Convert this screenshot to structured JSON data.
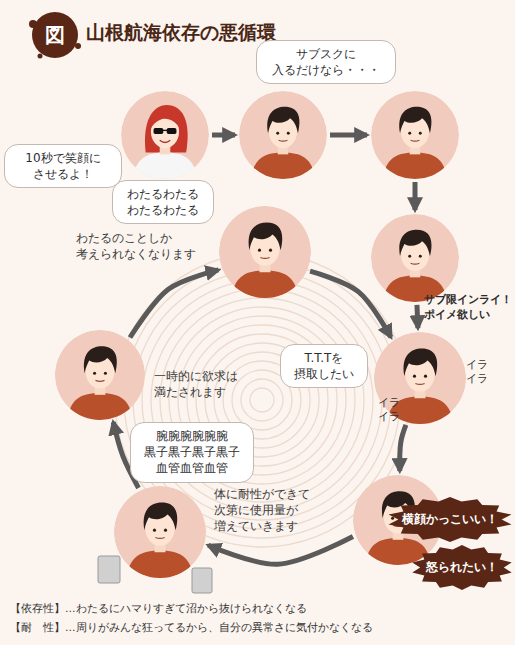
{
  "diagram": {
    "title": "山根航海依存の悪循環",
    "nodes": [
      {
        "text": [
          "10秒で笑顔に させるよ！"
        ]
      },
      {
        "text": [
          "サブスクに 入るだけなら・・・"
        ]
      },
      {
        "text": []
      },
      {
        "text": [
          "サブ限インライ！ ポイメ欲しい"
        ]
      },
      {
        "text": [
          "T.T.Tを 摂取したい"
        ]
      },
      {
        "text": []
      },
      {
        "text": [
          "横顔かっこいい！"
        ]
      },
      {
        "text": [
          "怒られたい！"
        ]
      },
      {
        "text": [
          "腕腕腕腕腕腕 黒子黒子黒子黒子 血管血管血管",
          "体に耐性ができて 次第に使用量が 増えていきます"
        ]
      },
      {
        "text": [
          "一時的に欲求は 満たされます"
        ]
      },
      {
        "text": [
          "わたるわたる わたるわたる",
          "わたるのことしか 考えられなくなります"
        ]
      }
    ],
    "edges": [
      {
        "from": 0,
        "to": 1,
        "arrow": "to"
      },
      {
        "from": 1,
        "to": 2,
        "arrow": "to"
      },
      {
        "from": 2,
        "to": 3,
        "arrow": "to"
      },
      {
        "from": 3,
        "to": 4,
        "arrow": "to"
      },
      {
        "from": 4,
        "to": 5,
        "arrow": "to"
      },
      {
        "from": 5,
        "to": 8,
        "arrow": "to"
      },
      {
        "from": 8,
        "to": 9,
        "arrow": "to"
      },
      {
        "from": 9,
        "to": 10,
        "arrow": "to"
      },
      {
        "from": 10,
        "to": 4,
        "arrow": "to"
      }
    ],
    "labels": [
      "図",
      "イラ イラ",
      "イラ イラ",
      "【依存性】…わたるにハマりすぎて沼から抜けられなくなる",
      "【耐　性】…周りがみんな狂ってるから、自分の異常さに気付かなくなる"
    ]
  }
}
